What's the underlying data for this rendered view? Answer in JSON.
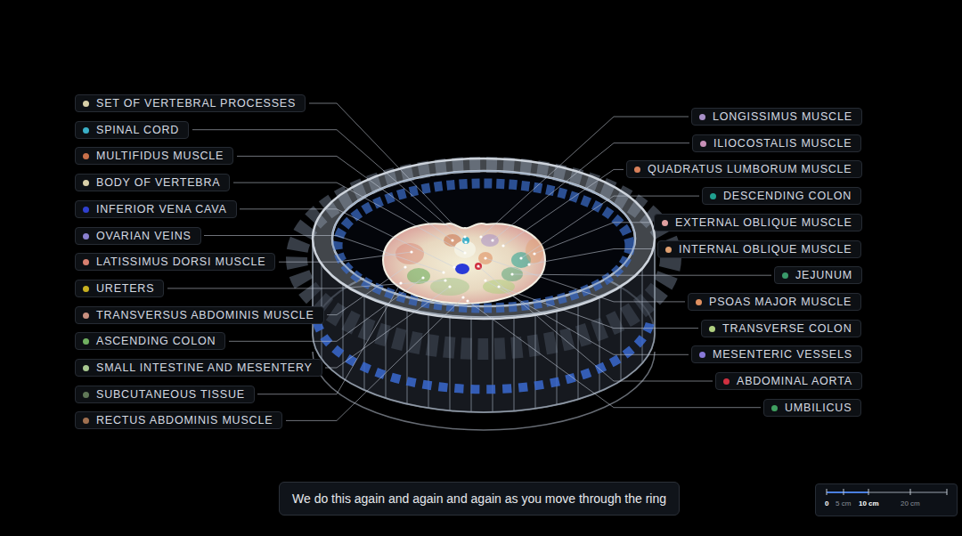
{
  "diagram": {
    "caption": "We do this again and again and again as you move through the ring",
    "nodes": [
      {
        "text": [
          "SET OF VERTEBRAL PROCESSES"
        ]
      },
      {
        "text": [
          "SPINAL CORD"
        ]
      },
      {
        "text": [
          "MULTIFIDUS MUSCLE"
        ]
      },
      {
        "text": [
          "BODY OF VERTEBRA"
        ]
      },
      {
        "text": [
          "INFERIOR VENA CAVA"
        ]
      },
      {
        "text": [
          "OVARIAN VEINS"
        ]
      },
      {
        "text": [
          "LATISSIMUS DORSI MUSCLE"
        ]
      },
      {
        "text": [
          "URETERS"
        ]
      },
      {
        "text": [
          "TRANSVERSUS ABDOMINIS MUSCLE"
        ]
      },
      {
        "text": [
          "ASCENDING COLON"
        ]
      },
      {
        "text": [
          "SMALL INTESTINE AND MESENTERY"
        ]
      },
      {
        "text": [
          "SUBCUTANEOUS TISSUE"
        ]
      },
      {
        "text": [
          "RECTUS ABDOMINIS MUSCLE"
        ]
      },
      {
        "text": [
          "LONGISSIMUS MUSCLE"
        ]
      },
      {
        "text": [
          "ILIOCOSTALIS MUSCLE"
        ]
      },
      {
        "text": [
          "QUADRATUS LUMBORUM MUSCLE"
        ]
      },
      {
        "text": [
          "DESCENDING COLON"
        ]
      },
      {
        "text": [
          "EXTERNAL OBLIQUE MUSCLE"
        ]
      },
      {
        "text": [
          "INTERNAL OBLIQUE MUSCLE"
        ]
      },
      {
        "text": [
          "JEJUNUM"
        ]
      },
      {
        "text": [
          "PSOAS MAJOR MUSCLE"
        ]
      },
      {
        "text": [
          "TRANSVERSE COLON"
        ]
      },
      {
        "text": [
          "MESENTERIC VESSELS"
        ]
      },
      {
        "text": [
          "ABDOMINAL AORTA"
        ]
      },
      {
        "text": [
          "UMBILICUS"
        ]
      },
      {
        "text": [
          "0",
          "5 cm",
          "10 cm",
          "20 cm"
        ]
      }
    ]
  }
}
